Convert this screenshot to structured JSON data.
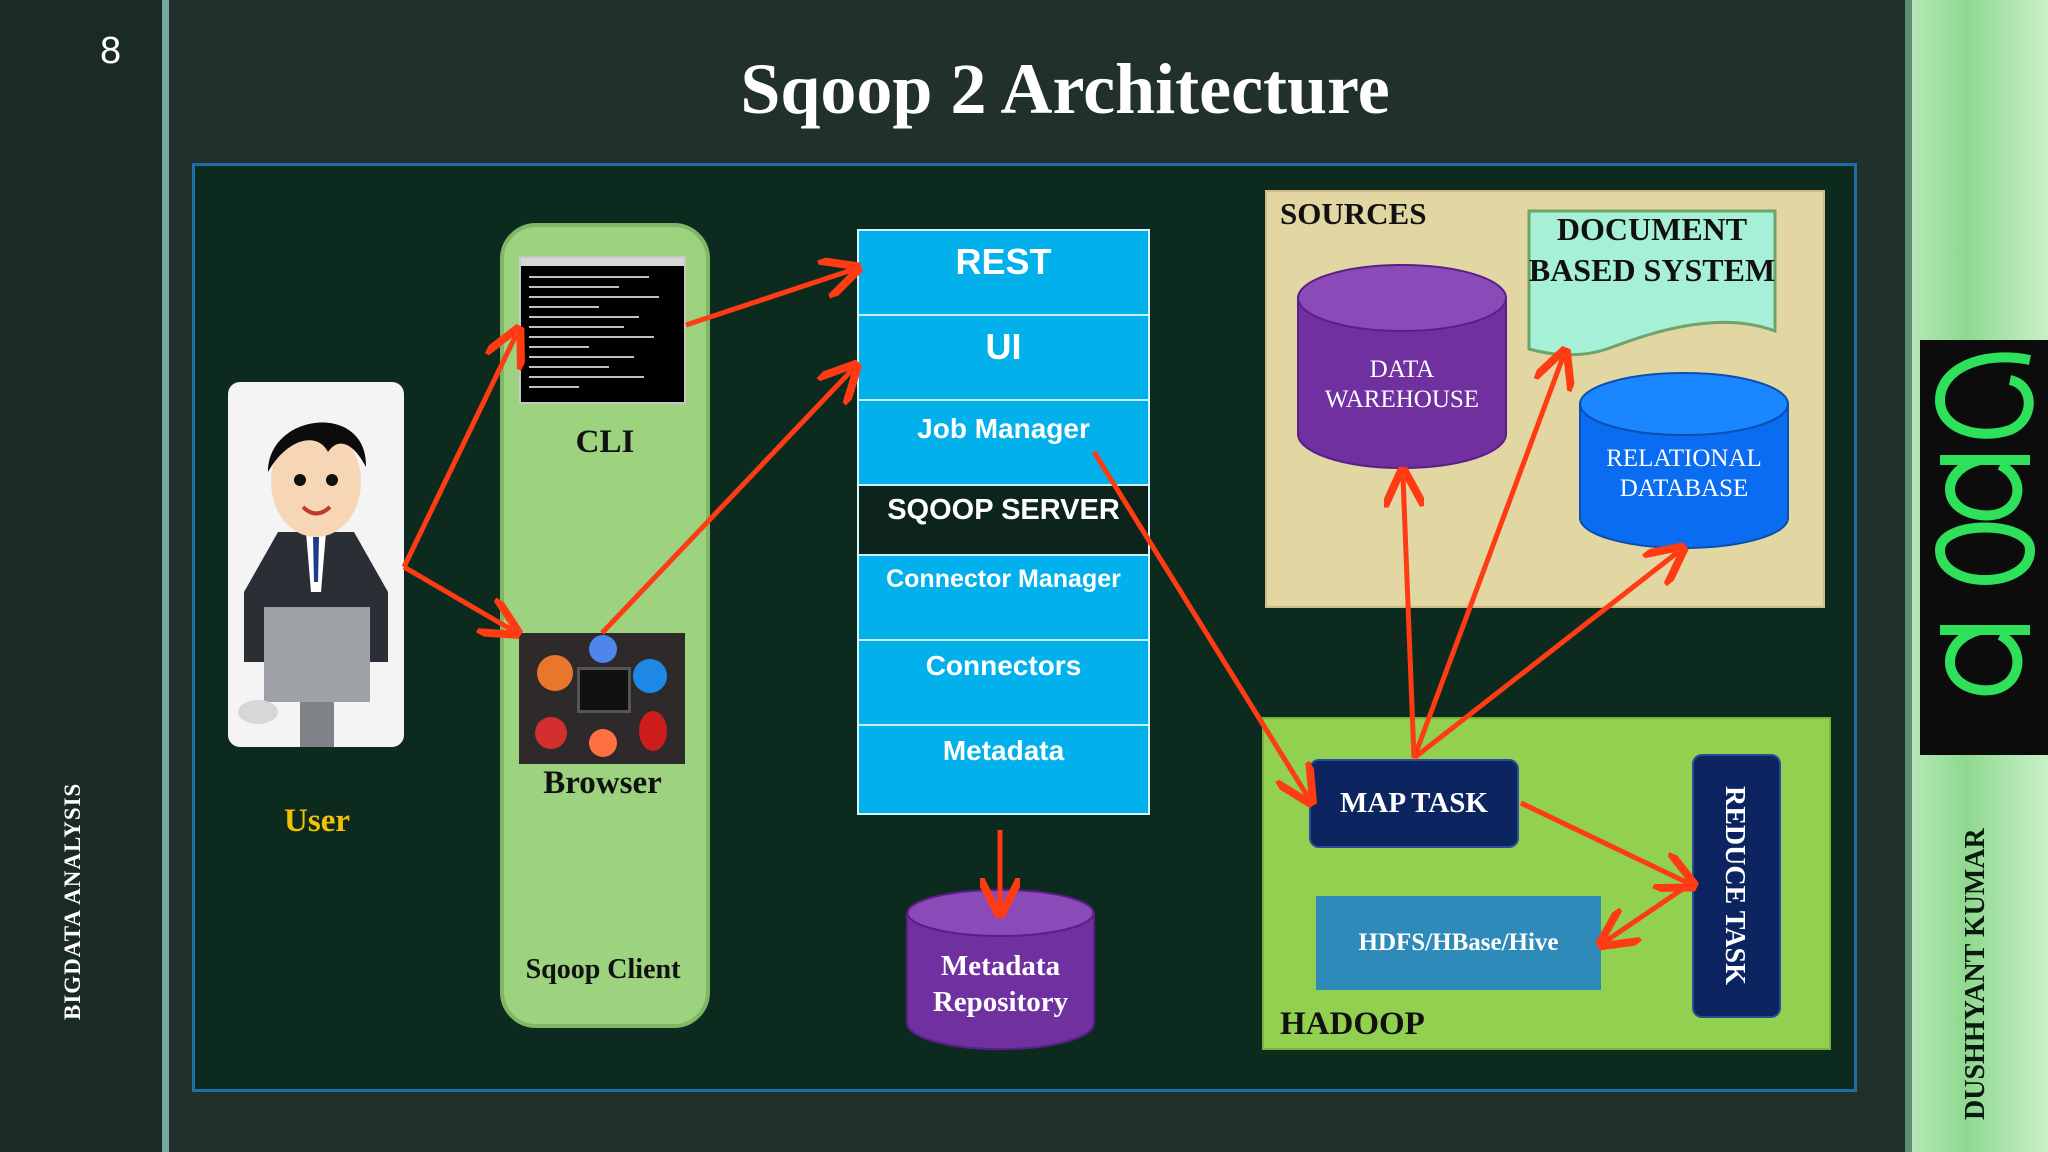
{
  "slide_number": "8",
  "title": "Sqoop 2 Architecture",
  "footer_left": "BIGDATA ANALYSIS",
  "footer_right": "DUSHHYANT KUMAR",
  "user_label": "User",
  "client": {
    "cli_label": "CLI",
    "browser_label": "Browser",
    "group_label": "Sqoop Client"
  },
  "server": {
    "rows": [
      "REST",
      "UI",
      "Job Manager",
      "SQOOP SERVER",
      "Connector Manager",
      "Connectors",
      "Metadata"
    ]
  },
  "metadata_repository": "Metadata Repository",
  "sources": {
    "heading": "SOURCES",
    "document": "DOCUMENT BASED SYSTEM",
    "warehouse": "DATA WAREHOUSE",
    "relational": "RELATIONAL DATABASE"
  },
  "hadoop": {
    "heading": "HADOOP",
    "map_task": "MAP TASK",
    "reduce_task": "REDUCE TASK",
    "storage": "HDFS/HBase/Hive"
  },
  "colors": {
    "arrow": "#ff3b14",
    "server_blue": "#02b0ec",
    "cylinder_purple": "#7030a0",
    "cylinder_blue": "#0070f0",
    "client_green": "#9dd27f",
    "hadoop_green": "#92d050"
  }
}
